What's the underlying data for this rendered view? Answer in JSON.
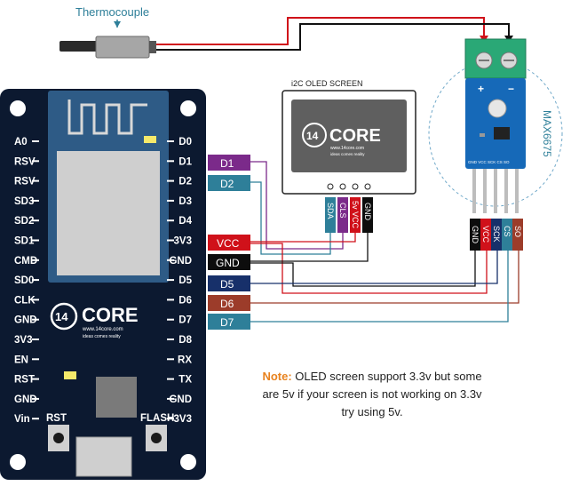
{
  "thermocouple": {
    "label": "Thermocouple"
  },
  "oled": {
    "title": "i2C OLED SCREEN",
    "pins": [
      "SDA",
      "CLS",
      "5v VCC",
      "GND"
    ]
  },
  "max6675": {
    "label": "MAX6675",
    "polarity": [
      "+",
      "−"
    ],
    "board_pins": "GND VCC SCK CS SO",
    "pins": [
      "GND",
      "VCC",
      "SCK",
      "CS",
      "SO"
    ]
  },
  "logo": {
    "word": "CORE",
    "number": "14",
    "url": "www.14core.com",
    "tagline": "ideas comes reality"
  },
  "nodemcu": {
    "left_pins": [
      "A0",
      "RSV",
      "RSV",
      "SD3",
      "SD2",
      "SD1",
      "CMD",
      "SD0",
      "CLK",
      "GND",
      "3V3",
      "EN",
      "RST",
      "GND",
      "Vin"
    ],
    "right_pins": [
      "D0",
      "D1",
      "D2",
      "D3",
      "D4",
      "3V3",
      "GND",
      "D5",
      "D6",
      "D7",
      "D8",
      "RX",
      "TX",
      "GND",
      "3V3"
    ],
    "buttons": {
      "rst": "RST",
      "flash": "FLASH"
    }
  },
  "tags": {
    "d1": "D1",
    "d2": "D2",
    "vcc": "VCC",
    "gnd": "GND",
    "d5": "D5",
    "d6": "D6",
    "d7": "D7"
  },
  "note": {
    "prefix": "Note:",
    "text": "OLED screen support 3.3v but some are 5v if your screen is not working on 3.3v try using 5v."
  },
  "colors": {
    "board": "#0c1930",
    "terminal": "#2aa876",
    "max_board": "#1669b8",
    "tag_purple": "#7b2a8a",
    "tag_teal": "#2e7f99",
    "tag_red": "#d0111a",
    "tag_black": "#0d0d0d",
    "tag_navy": "#17306a",
    "tag_brown": "#9c3c2a",
    "note_accent": "#e8821e"
  }
}
